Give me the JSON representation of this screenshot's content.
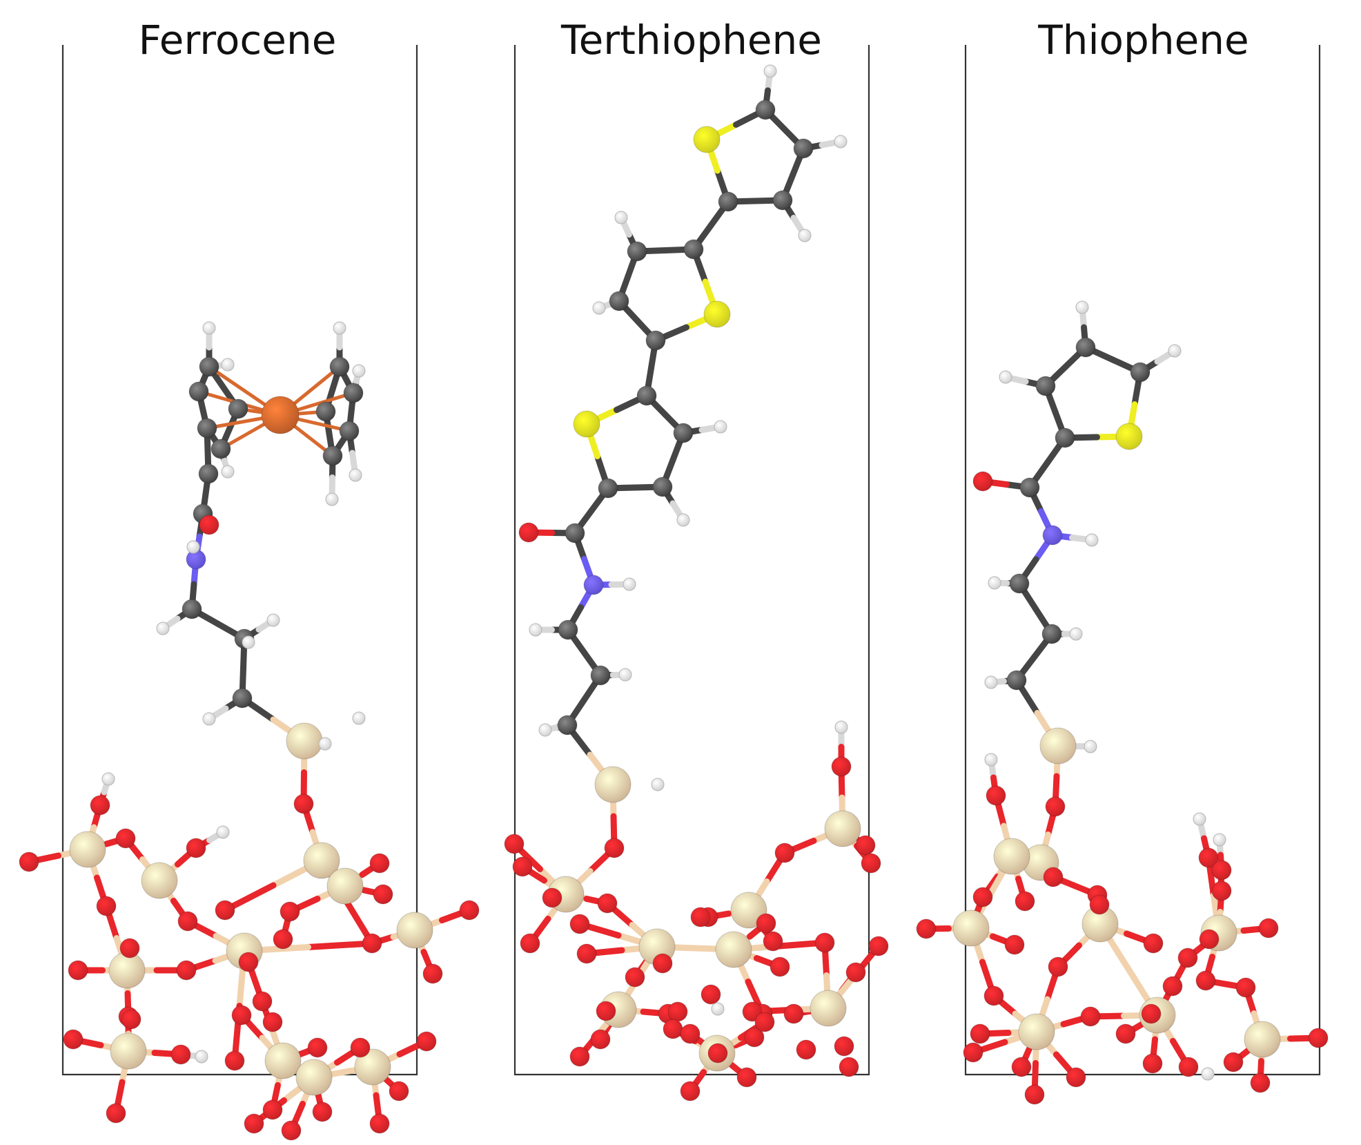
{
  "panels": [
    {
      "title": "Ferrocene"
    },
    {
      "title": "Terthiophene"
    },
    {
      "title": "Thiophene"
    }
  ],
  "atom_colors": {
    "C": "#454545",
    "H": "#f2f2f2",
    "O": "#e8262b",
    "N": "#6b5cf2",
    "S": "#eeee22",
    "Si": "#f1d2ad",
    "Fe": "#d8692e"
  },
  "bond_colors": {
    "default": "#454545",
    "Fe": "#d8692e"
  }
}
